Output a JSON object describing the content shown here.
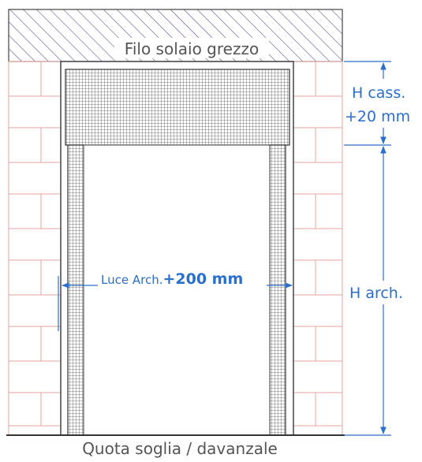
{
  "labels": {
    "slab_line": "Filo solaio grezzo",
    "box_height": "H cass.",
    "box_offset": "+20 mm",
    "arch_height": "H arch.",
    "light_prefix": "Luce Arch.",
    "light_offset": "+200 mm",
    "threshold": "Quota soglia / davanzale"
  },
  "colors": {
    "dimension": "#2a6fcb",
    "brick_line": "#e3a49a",
    "outline": "#444444",
    "slab_hatch": "#6b4c8a",
    "mesh": "#555555",
    "text_gray": "#555555"
  }
}
